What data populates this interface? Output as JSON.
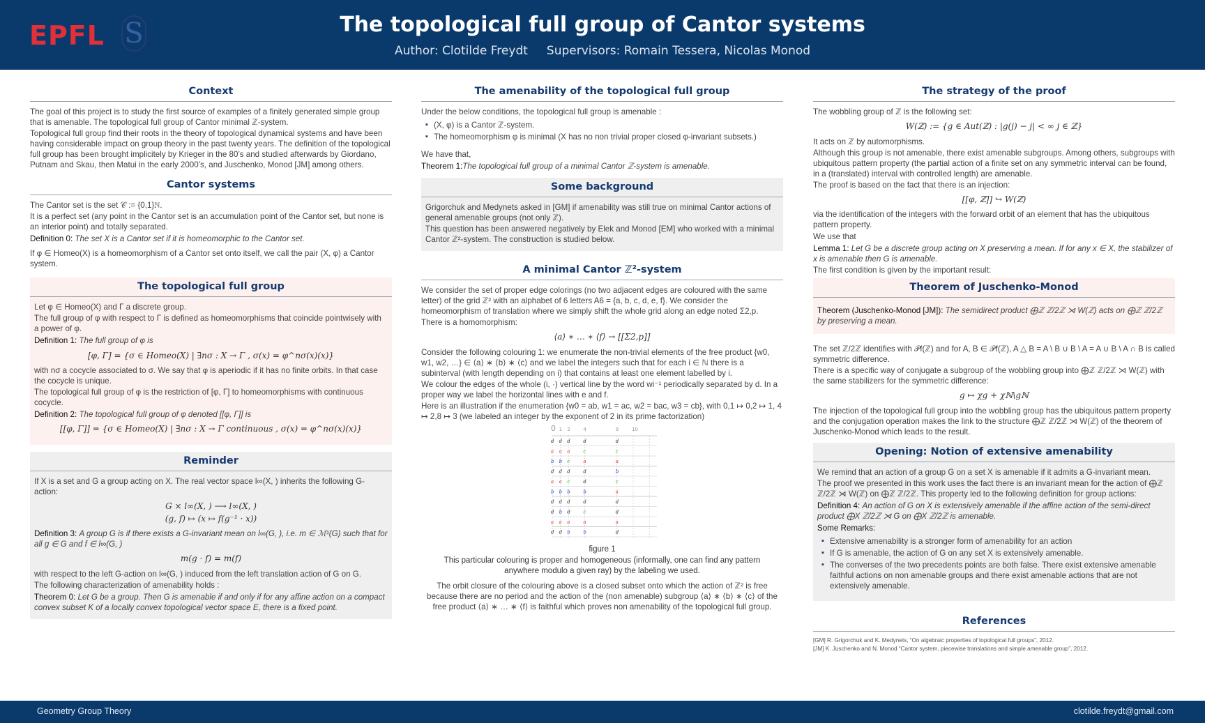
{
  "header": {
    "logo": "EPFL",
    "seal": "S",
    "title": "The topological full group of Cantor systems",
    "subtitle": "Author: Clotilde Freydt     Supervisors: Romain Tessera, Nicolas Monod"
  },
  "context": {
    "title": "Context",
    "p1": "The goal of this project is to study the first source of examples of a finitely generated simple group that is amenable. The topological full group of Cantor minimal ℤ-system.",
    "p2": "Topological full group find their roots in the theory of topological dynamical systems and have been having considerable impact on group theory in the past twenty years. The definition of the topological full group has been brought implicitely by Krieger in the 80’s and studied afterwards by Giordano, Putnam and Skau, then Matui in the early 2000’s, and Juschenko, Monod [JM] among others."
  },
  "cantor": {
    "title": "Cantor systems",
    "p1": "The Cantor set is the set 𝒞 := {0,1}ℕ.",
    "p2": "It is a perfect set (any point in the Cantor set is an accumulation point of the Cantor set, but none is an interior point) and totally separated.",
    "def_label": "Definition 0:",
    "def_text": "The set X is a Cantor set if it is homeomorphic to the Cantor set.",
    "p3": "If φ ∈ Homeo(X) is a homeomorphism of a Cantor set onto itself, we call the pair (X, φ) a Cantor system."
  },
  "tfg": {
    "title": "The topological full group",
    "p1": "Let φ ∈ Homeo(X) and Γ a discrete group.",
    "p2": "The full group of φ with respect to Γ is defined as homeomorphisms that coincide pointwisely with a power of φ.",
    "def1_label": "Definition 1:",
    "def1_text": "The full group of φ is",
    "eq1": "[φ, Γ] = {σ ∈ Homeo(X) | ∃nσ : X → Γ ,  σ(x) = φ^nσ(x)(x)}",
    "p3": "with nσ a cocycle associated to σ. We say that φ is aperiodic if it has no finite orbits. In that case the cocycle is unique.",
    "p4": "The topological full group of φ is the restriction of [φ, Γ] to homeomorphisms with continuous cocycle.",
    "def2_label": "Definition 2:",
    "def2_text": "The topological full group of φ denoted [[φ, Γ]] is",
    "eq2": "[[φ, Γ]] = {σ ∈ Homeo(X) | ∃nσ : X → Γ  continuous ,  σ(x) = φ^nσ(x)(x)}"
  },
  "reminder": {
    "title": "Reminder",
    "p1": "If X is a set and G a group acting on X. The real vector space l∞(X, ) inherits the following G-action:",
    "eq1": "G × l∞(X, ) ⟶ l∞(X, )",
    "eq2": "(g, f) ↦ (x ↦ f(g⁻¹ · x))",
    "def3_label": "Definition 3:",
    "def3_text": "A group G is if there exists a G-invariant mean on l∞(G, ), i.e. m ∈ ℳ¹(G) such that for all g ∈ G and f ∈ l∞(G, )",
    "eq3": "m(g · f) = m(f)",
    "p2": "with respect to the left G-action on l∞(G, ) induced from the left translation action of G on G.",
    "p3": "The following characterization of amenability holds :",
    "thm_label": "Theorem 0:",
    "thm_text": "Let G be a group. Then G is amenable if and only if for any affine action on a compact convex subset K of a locally convex topological vector space E, there is a fixed point."
  },
  "amen": {
    "title": "The amenability of the topological full group",
    "p1": "Under the below conditions, the topological full group is amenable :",
    "items": [
      "(X, φ) is a Cantor ℤ-system.",
      "The homeomorphism φ is minimal (X has no non trivial proper closed φ-invariant subsets.)"
    ],
    "p2": "We have that,",
    "thm_label": "Theorem 1:",
    "thm_text": "The topological full group of a minimal Cantor ℤ-system is amenable."
  },
  "background": {
    "title": "Some background",
    "p1": "Grigorchuk and Medynets asked in [GM] if amenability was still true on minimal Cantor actions of general amenable groups (not only ℤ).",
    "p2": "This question has been answered negatively by Elek and Monod [EM] who worked with a minimal Cantor ℤ²-system. The construction is studied below."
  },
  "minimal": {
    "title": "A minimal Cantor ℤ²-system",
    "p1": "We consider the set of proper edge colorings (no two adjacent edges are coloured with the same letter) of the grid ℤ² with an alphabet of 6 letters A6 = {a, b, c, d, e, f}. We consider the homeomorphism of translation where we simply shift the whole grid along an edge noted Σ2,p.",
    "p2": "There is a homomorphism:",
    "eq1": "⟨a⟩ ∗ … ∗ ⟨f⟩ → [[Σ2,p]]",
    "p3": "Consider the following colouring 1: we enumerate the non-trivial elements of the free product {w0, w1, w2, …} ∈ ⟨a⟩ ∗ ⟨b⟩ ∗ ⟨c⟩ and we label the integers such that for each i ∈ ℕ there is a subinterval (with length depending on i) that contains at least one element labelled by i.",
    "p4": "We colour the edges of the whole (i, ·) vertical line by the word wi⁻¹ periodically separated by d. In a proper way we label the horizontal lines with e and f.",
    "p5": "Here is an illustration if the enumeration {w0 = ab, w1 = ac, w2 = bac, w3 = cb}, with 0,1 ↦ 0,2 ↦ 1, 4 ↦ 2,8 ↦ 3 (we labeled an integer by the exponent of 2 in its prime factorization)",
    "fig_ticks": [
      "0",
      "1",
      "2",
      "4",
      "8",
      "10"
    ],
    "fig_rows": [
      [
        "d",
        "d",
        "d",
        "d",
        "d"
      ],
      [
        "a",
        "a",
        "a",
        "c",
        "c"
      ],
      [
        "b",
        "b",
        "c",
        "a",
        "a"
      ],
      [
        "d",
        "d",
        "d",
        "d",
        "b"
      ],
      [
        "a",
        "a",
        "c",
        "d",
        "c"
      ],
      [
        "b",
        "b",
        "b",
        "b",
        "a"
      ],
      [
        "d",
        "d",
        "d",
        "d",
        "d"
      ],
      [
        "d",
        "b",
        "d",
        "c",
        "d"
      ],
      [
        "a",
        "a",
        "a",
        "a",
        "a"
      ],
      [
        "d",
        "d",
        "b",
        "b",
        "d"
      ]
    ],
    "fig_colors": {
      "a": "#e0303a",
      "b": "#2a3fd0",
      "c": "#2fbf3a",
      "d": "#333333"
    },
    "fig_caption": "figure 1",
    "cap2": "This particular colouring is proper and homogeneous (informally, one can find any pattern anywhere modulo a given ray) by the labeling we used.",
    "p6": "The orbit closure of the colouring above is a closed subset onto which the action of ℤ² is free because there are no period and the action of the (non amenable) subgroup ⟨a⟩ ∗ ⟨b⟩ ∗ ⟨c⟩ of the free product ⟨a⟩ ∗ … ∗ ⟨f⟩ is faithful which proves non amenability of the topological full group."
  },
  "strategy": {
    "title": "The strategy of the proof",
    "p1": "The wobbling group of ℤ is the following set:",
    "eq1": "W(ℤ) := {g ∈ Aut(ℤ) :  |g(j) − j| < ∞  j ∈ ℤ}",
    "p2": "It acts on ℤ by automorphisms.",
    "p3": "Although this group is not amenable, there exist amenable subgroups. Among others, subgroups with ubiquitous pattern property (the partial action of a finite set on any symmetric interval can be found, in a (translated) interval with controlled length) are amenable.",
    "p4": "The proof is based on the fact that there is an injection:",
    "eq2": "[[φ, ℤ]] ↪ W(ℤ)",
    "p5": "via the identification of the integers with the forward orbit of an element that has the ubiquitous pattern property.",
    "p6": "We use that",
    "lem_label": "Lemma 1:",
    "lem_text": "Let G be a discrete group acting on X preserving a mean. If for any x ∈ X, the stabilizer of x is amenable then G is amenable.",
    "p7": "The first condition is given by the important result:"
  },
  "juschenko": {
    "title": "Theorem of Juschenko-Monod",
    "thm_label": "Theorem (Juschenko-Monod [JM]):",
    "thm_text": "The semidirect product ⨁ℤ ℤ/2ℤ ⋊ W(ℤ) acts on ⨁ℤ ℤ/2ℤ by preserving a mean."
  },
  "after": {
    "p1": "The set ℤ/2ℤ identifies with 𝒫f(ℤ) and for A, B ∈ 𝒫f(ℤ), A △ B = A \\ B ∪ B \\ A = A ∪ B \\ A ∩ B is called symmetric difference.",
    "p2": "There is a specific way of conjugate a subgroup of the wobbling group into ⨁ℤ ℤ/2ℤ ⋊ W(ℤ) with the same stabilizers for the symmetric difference:",
    "eq1": "g ↦ χg + χℕ\\gℕ",
    "p3": "The injection of the topological full group into the wobbling group has the ubiquitous pattern property and the conjugation operation makes the link to the structure ⨁ℤ ℤ/2ℤ ⋊ W(ℤ) of the theorem of Juschenko-Monod which leads to the result."
  },
  "opening": {
    "title": "Opening: Notion of extensive amenability",
    "p1": "We remind that an action of a group G on a set X is amenable if it admits a G-invariant mean.",
    "p2": "The proof we presented in this work uses the fact there is an invariant mean for the action of ⨁ℤ ℤ/2ℤ ⋊ W(ℤ) on ⨁ℤ ℤ/2ℤ. This property led to the following definition for group actions:",
    "def4_label": "Definition 4:",
    "def4_text": "An action of G on X is extensively amenable if the affine action of the semi-direct product ⨁X ℤ/2ℤ ⋊ G on ⨁X ℤ/2ℤ is amenable.",
    "remarks": "Some Remarks:",
    "items": [
      "Extensive amenability is a stronger form of amenability for an action",
      "If G is amenable, the action of G on any set X is extensively amenable.",
      "The converses of the two precedents points are both false. There exist extensive amenable faithful actions on non amenable groups and there exist amenable actions that are not extensively amenable."
    ]
  },
  "references": {
    "title": "References",
    "items": [
      "[GM] R. Grigorchuk and K. Medynets, “On algebraic properties of topological full groups”, 2012.",
      "[JM] K. Juschenko and N. Monod “Cantor system, piecewise translations and simple amenable group”, 2012."
    ]
  },
  "footer": {
    "left": "Geometry Group Theory",
    "right": "clotilde.freydt@gmail.com"
  },
  "colors": {
    "header_bg": "#0a3a6b",
    "section_title": "#153a70",
    "pink_box": "#fdf1ef",
    "grey_box": "#efefef",
    "logo_red": "#e0303a"
  }
}
